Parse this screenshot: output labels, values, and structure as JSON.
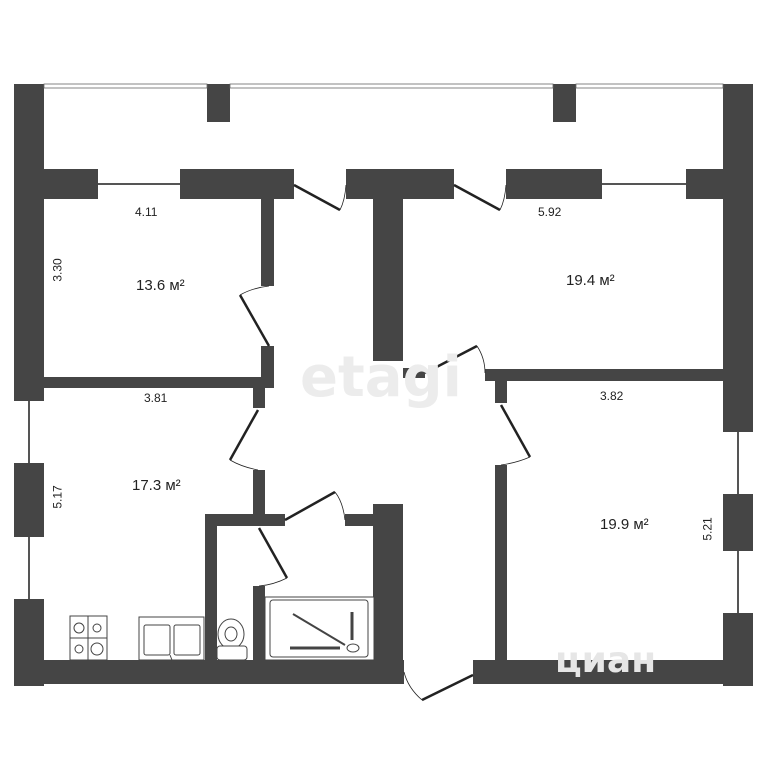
{
  "watermarks": {
    "etagi": "etagi",
    "cian": "циан"
  },
  "colors": {
    "wall": "#454545",
    "background": "#ffffff",
    "text": "#222222",
    "watermark": "#ececec"
  },
  "rooms": [
    {
      "id": "room-top-left",
      "area": "13.6 м²",
      "width_dim": "4.11",
      "height_dim": "3.30"
    },
    {
      "id": "room-top-right",
      "area": "19.4 м²",
      "width_dim": "5.92"
    },
    {
      "id": "kitchen",
      "area": "17.3 м²",
      "width_dim": "3.81",
      "height_dim": "5.17"
    },
    {
      "id": "room-bottom-right",
      "area": "19.9 м²",
      "width_dim": "3.82",
      "height_dim": "5.21"
    }
  ],
  "fixtures": [
    "stove",
    "double-sink",
    "toilet",
    "bathtub"
  ]
}
